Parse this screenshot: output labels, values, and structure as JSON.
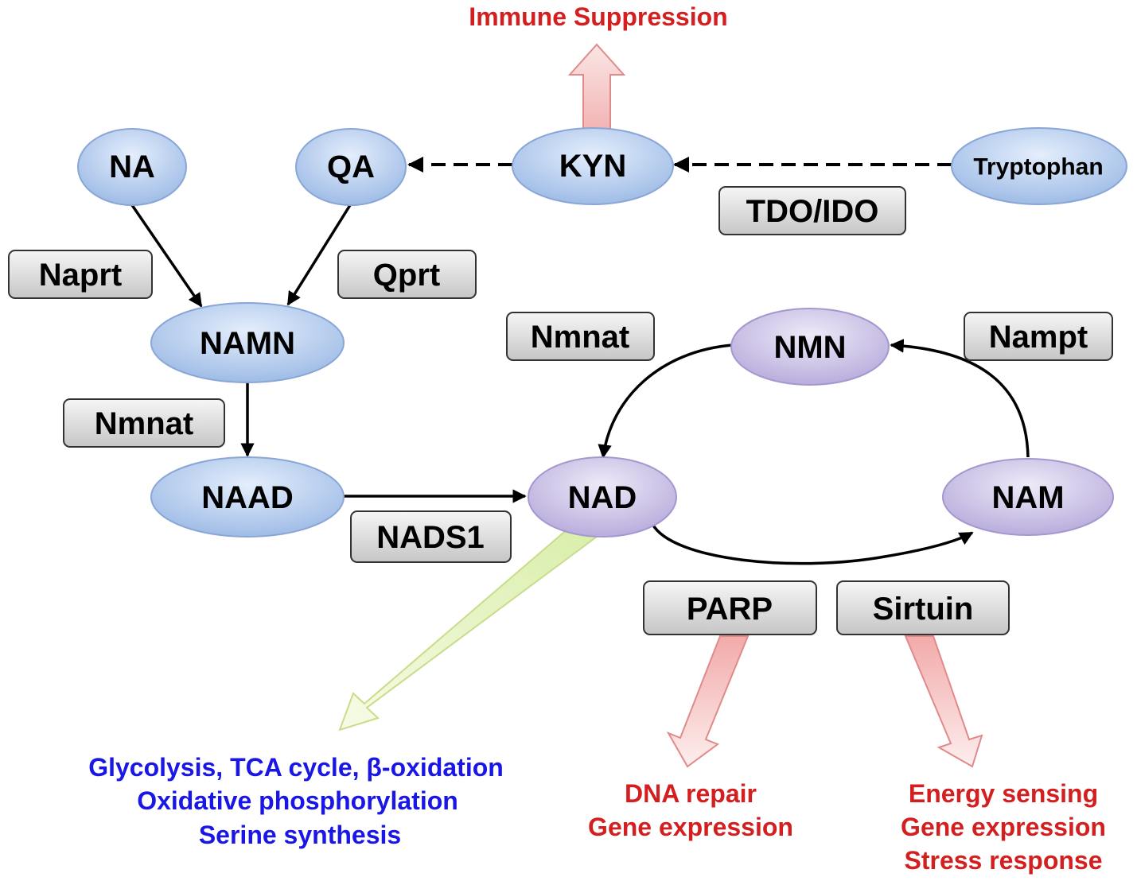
{
  "colors": {
    "metabolite_blue_light": "#e4eefc",
    "metabolite_blue_dark": "#9fbce6",
    "metabolite_purple_light": "#eeeaf8",
    "metabolite_purple_dark": "#b9addc",
    "enzyme_light": "#f6f6f6",
    "enzyme_dark": "#c6c6c6",
    "red_text": "#d31f1f",
    "blue_text": "#1a16e6",
    "red_arrow": "#f2b4b4",
    "green_arrow": "#e6f3c2"
  },
  "metabolites": {
    "na": "NA",
    "qa": "QA",
    "kyn": "KYN",
    "tryptophan": "Tryptophan",
    "namn": "NAMN",
    "naad": "NAAD",
    "nad": "NAD",
    "nmn": "NMN",
    "nam": "NAM"
  },
  "enzymes": {
    "tdo_ido": "TDO/IDO",
    "naprt": "Naprt",
    "qprt": "Qprt",
    "nmnat_left": "Nmnat",
    "nmnat_top": "Nmnat",
    "nampt": "Nampt",
    "nads1": "NADS1",
    "parp": "PARP",
    "sirtuin": "Sirtuin"
  },
  "outcomes": {
    "immune": "Immune Suppression",
    "metabolism": [
      "Glycolysis, TCA cycle, β-oxidation",
      "Oxidative phosphorylation",
      "Serine synthesis"
    ],
    "parp_effects": [
      "DNA repair",
      "Gene expression"
    ],
    "sirtuin_effects": [
      "Energy sensing",
      "Gene expression",
      "Stress response"
    ]
  }
}
